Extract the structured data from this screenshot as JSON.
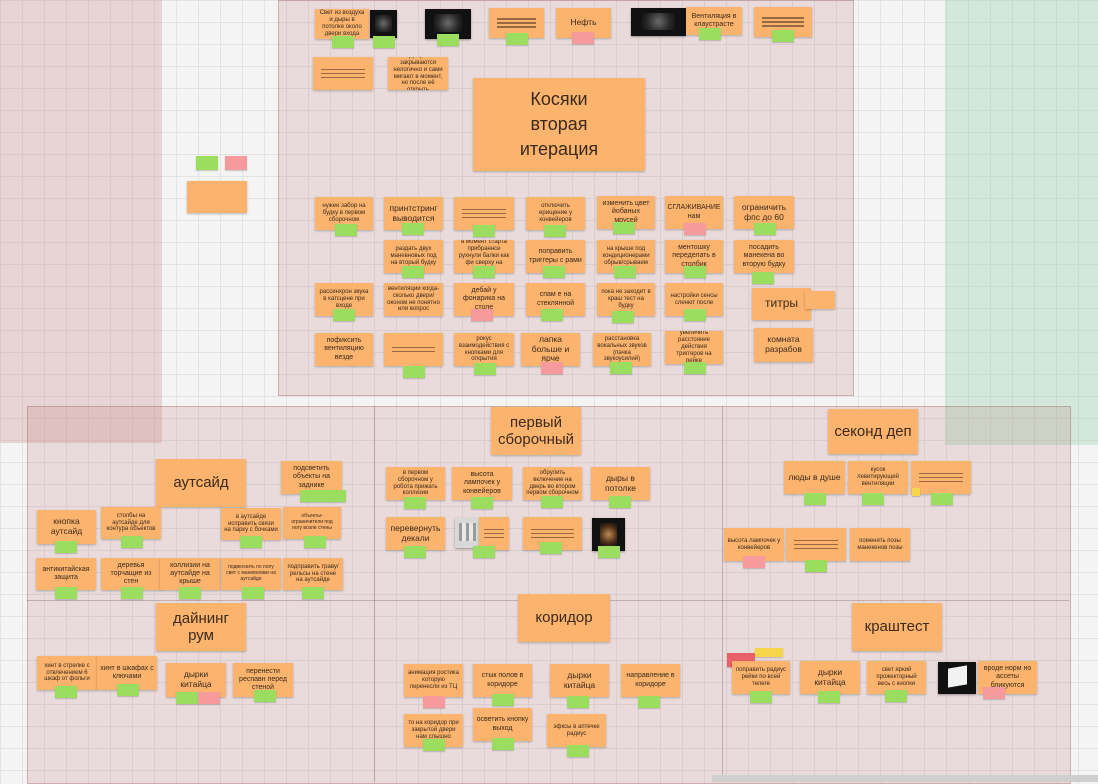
{
  "board": {
    "notes": {
      "n1": "Свет из воздуха и дыры в потолке около двери входа",
      "n2": "Нефть",
      "n3": "Вентиляция в клаустрасте",
      "n4": "Двери закрываются нелогично и сами мигают в момент, но после её открыть",
      "title": "Косяки\nвторая\nитерация",
      "a1": "нужен забор на будку в первом сборочном",
      "a2": "принтстринг выводится",
      "a3": "отключить ерищение у конвейеров",
      "a4": "изменить цвет йобаных мрусей",
      "a5": "СГЛАЖИВАНИЕ нам",
      "a6": "ограничить фпс до 60",
      "b1": "раздать двух маневновых под на вторый будку",
      "b2": "в момент старта прибраннсе рухнули балки как фи сверху на уровень",
      "b3": "поправить триггеры с рами",
      "b4": "на крыше под кондиционерами обрыв/срываем",
      "b5": "ментошку переделать в столбик",
      "b6": "посадить манекена во вторую будку",
      "c1": "рассинхрон звука в катсцене при входе",
      "c2": "вентиляции когда-сколько двери/оконом не понятно или вопрос",
      "c3": "дебай у фонарика на столе",
      "c4": "спам е на стеклянной",
      "c5": "пока не заходит в краш тест на будку",
      "c6": "настройки сенсы сленют после",
      "c7": "титры",
      "d1": "пофиксить вентиляцию везде",
      "d2": "рокус взаимодействия с кнопками для открытия",
      "d3": "лапка больше и ярче",
      "d4": "расстановка вокальных звуков (пачка звукоусилий)",
      "d5": "увеличить расстояние действия триггеров на рейке",
      "d6": "комната разрабов",
      "s1": "первый сборочный",
      "s1a": "в первом сборочном у робота прижать коллизии",
      "s1b": "высота лампочек у конвейеров",
      "s1c": "обрулить включение на дверь во втором первом сборочном",
      "s1d": "дыры в потолке",
      "s1e": "перевернуть декали",
      "s2": "секонд деп",
      "s2a": "люды в душе",
      "s2b": "кусок левитирующей вентиляции",
      "s2c": "высота лампочек у конвейеров",
      "s2d": "поменять позы манекенов позы",
      "o": "аутсайд",
      "o1": "подсветить объекты на заднике",
      "o2": "кнопка аутсайд",
      "o3": "столбы на аутсайде для контура объектов",
      "o4": "в аутсайде исправить связи на парку с бочками",
      "o5": "объекты-ограничители под ногу возле стены",
      "o6": "антикитайская защита",
      "o7": "деревья торчащие из стен",
      "o8": "коллизии на аутсайде на крыше",
      "o9": "подвеснить по полу свет с маневновки на аутсайде",
      "o10": "подправить траву/рельсы на стене на аутсайде",
      "dr": "дайнинг\nрум",
      "dr1": "хинт в стрелке с отвлечением 6 шкаф от фольги",
      "dr2": "хинт в шкафах с ключами",
      "dr3": "дырки китайца",
      "dr4": "перенести респавн перед стеной",
      "co": "коридор",
      "co1": "анимация ростика которую перенесли из ТЦ",
      "co2": "стык полов в коридоре",
      "co3": "дырки китайца",
      "co4": "направление в коридоре",
      "co5": "то на коридор при закрытой двери нам слышно",
      "co6": "осветить кнопку выход",
      "co7": "эфксы в аптечке радиус",
      "kr": "краштест",
      "kr1": "поправить радиус рейки по всей телеге",
      "kr2": "дырки китайца",
      "kr3": "свет яркий прожекторный весь с кнопки",
      "kr4": "вроде норм но ассеты бликуются"
    }
  },
  "colors": {
    "note": "#fbb36e",
    "tag_green": "#9bdd5e",
    "tag_red": "#f79a9e",
    "zone_red": "#c88282",
    "zone_green": "#96d2aa"
  }
}
